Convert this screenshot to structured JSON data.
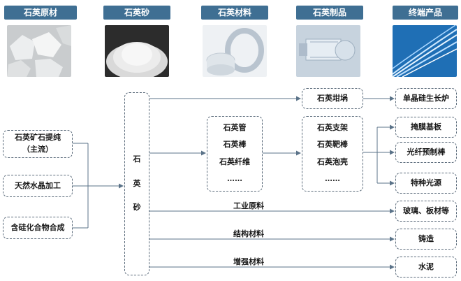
{
  "headers": [
    "石英原材",
    "石英砂",
    "石英材料",
    "石英制品",
    "终端产品"
  ],
  "sources": [
    "石英矿石提纯",
    "（主流）",
    "天然水晶加工",
    "含硅化合物合成"
  ],
  "center": [
    "石",
    "英",
    "砂"
  ],
  "materials": [
    "石英管",
    "石英棒",
    "石英纤维",
    "……"
  ],
  "products_top": "石英坩埚",
  "products": [
    "石英支架",
    "石英靶棒",
    "石英泡壳",
    "……"
  ],
  "terminals": [
    "单晶硅生长炉",
    "掩膜基板",
    "光纤预制棒",
    "特种光源",
    "玻璃、板材等",
    "铸造",
    "水泥"
  ],
  "branches": [
    "工业原料",
    "结构材料",
    "增强材料"
  ],
  "colors": {
    "header": "#3f6f93",
    "line": "#5b7389",
    "border": "#5a6a7a"
  }
}
